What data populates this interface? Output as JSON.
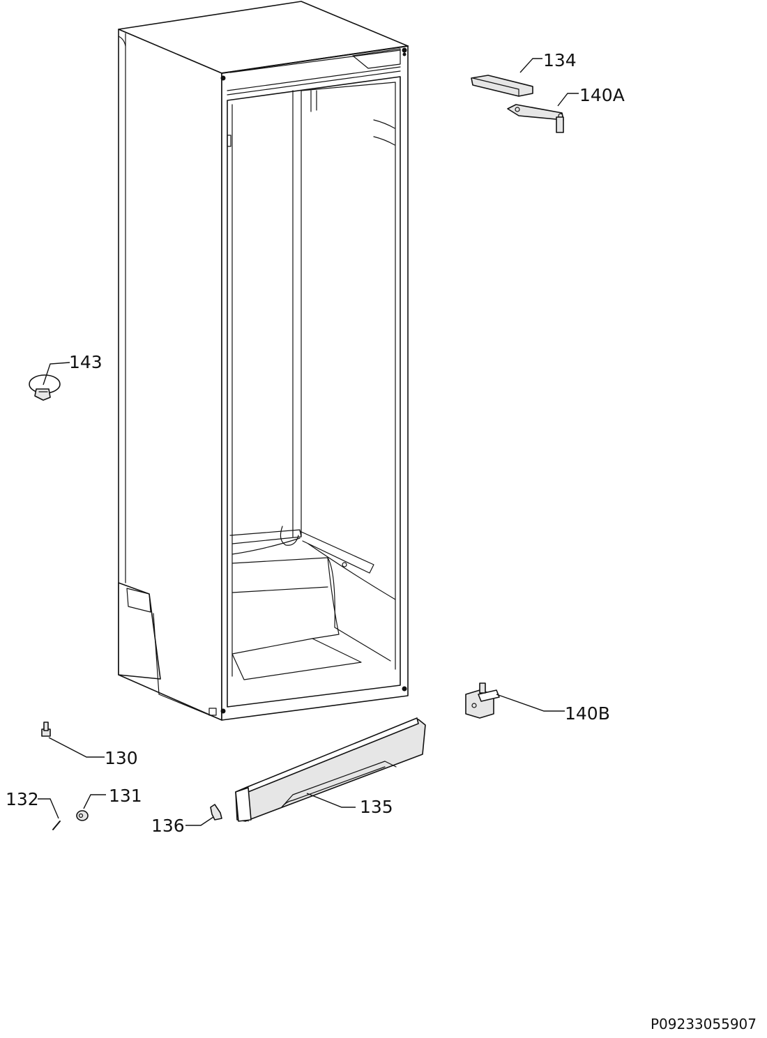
{
  "labels": {
    "l134": "134",
    "l140A": "140A",
    "l143": "143",
    "l140B": "140B",
    "l130": "130",
    "l132": "132",
    "l131": "131",
    "l135": "135",
    "l136": "136"
  },
  "reference_code": "P09233055907"
}
